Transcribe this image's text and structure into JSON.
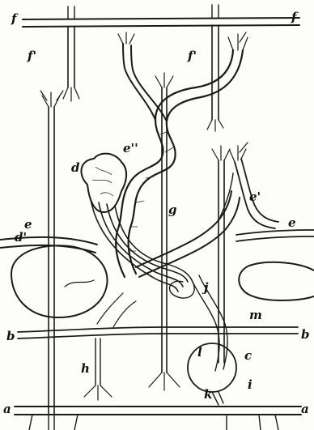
{
  "figure": {
    "labels": {
      "f_top_left": "f",
      "f_top_right": "f",
      "f1_left": "f'",
      "f1_right": "f'",
      "d": "d",
      "e2": "e''",
      "g": "g",
      "e1": "e'",
      "e": "e",
      "e_right": "e",
      "d1": "d'",
      "j": "j",
      "m": "m",
      "b_left": "b",
      "b_right": "b",
      "h": "h",
      "l": "l",
      "c": "c",
      "i": "i",
      "k": "k",
      "a_left": "a",
      "a_right": "a"
    },
    "colors": {
      "ink": "#1a1a1a",
      "paper": "#fdfdfb"
    }
  }
}
